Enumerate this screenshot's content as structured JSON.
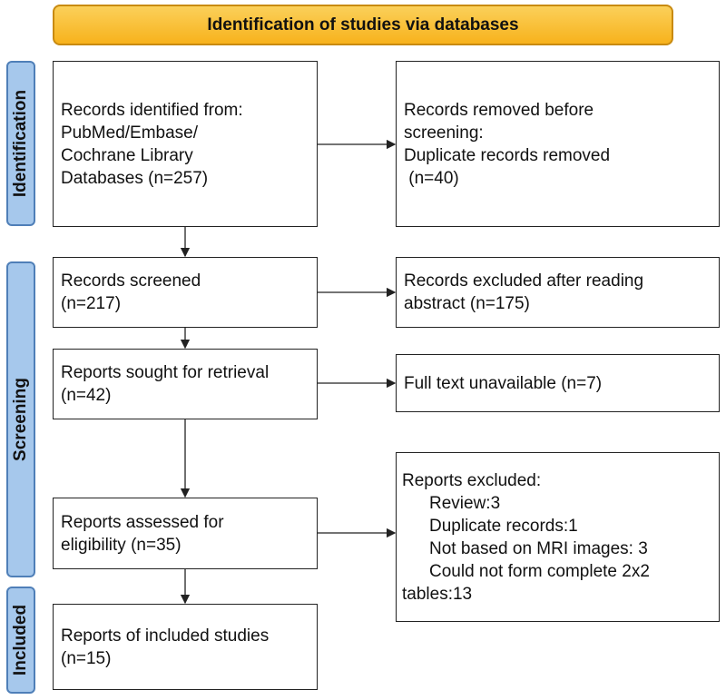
{
  "header": {
    "title": "Identification of studies via databases"
  },
  "stages": {
    "identification": "Identification",
    "screening": "Screening",
    "included": "Included"
  },
  "boxes": {
    "records_identified": [
      "Records identified from:",
      "PubMed/Embase/",
      "Cochrane Library",
      "Databases (n=257)"
    ],
    "records_removed": [
      "Records removed before",
      "screening:",
      "Duplicate records removed",
      " (n=40)"
    ],
    "records_screened": [
      "Records screened",
      "(n=217)"
    ],
    "records_excluded": [
      "Records excluded after reading",
      "abstract (n=175)"
    ],
    "reports_sought": [
      "Reports sought for retrieval",
      "(n=42)"
    ],
    "full_text_unavailable": [
      "Full text unavailable (n=7)"
    ],
    "reports_assessed": [
      "Reports assessed for",
      "eligibility (n=35)"
    ],
    "reports_excluded": {
      "heading": "Reports excluded:",
      "items": [
        "Review:3",
        "Duplicate records:1",
        "Not based on MRI images: 3",
        "Could not form complete 2x2"
      ],
      "tail": "tables:13"
    },
    "reports_included": [
      "Reports of included studies",
      "(n=15)"
    ]
  }
}
